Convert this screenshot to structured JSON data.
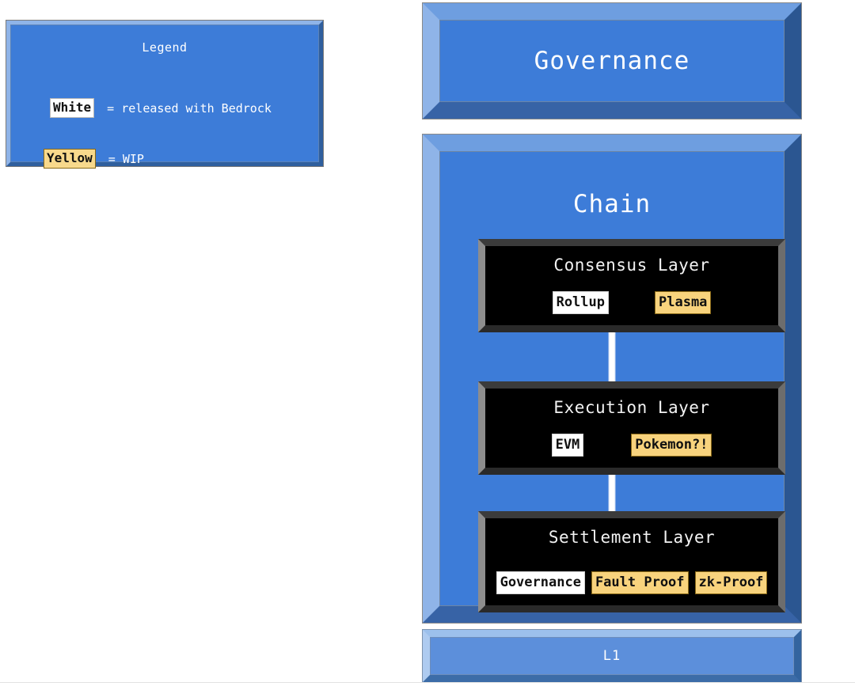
{
  "legend": {
    "title": "Legend",
    "rows": [
      {
        "chip": "White",
        "style": "white",
        "meaning": "= released with Bedrock"
      },
      {
        "chip": "Yellow",
        "style": "yellow",
        "meaning": "= WIP"
      }
    ]
  },
  "governance": {
    "label": "Governance"
  },
  "chain": {
    "label": "Chain",
    "layers": [
      {
        "title": "Consensus Layer",
        "badges": [
          {
            "label": "Rollup",
            "style": "white"
          },
          {
            "label": "Plasma",
            "style": "yellow"
          }
        ]
      },
      {
        "title": "Execution Layer",
        "badges": [
          {
            "label": "EVM",
            "style": "white"
          },
          {
            "label": "Pokemon?!",
            "style": "yellow"
          }
        ]
      },
      {
        "title": "Settlement Layer",
        "badges": [
          {
            "label": "Governance",
            "style": "white"
          },
          {
            "label": "Fault Proof",
            "style": "yellow"
          },
          {
            "label": "zk-Proof",
            "style": "yellow"
          }
        ]
      }
    ]
  },
  "l1": {
    "label": "L1"
  },
  "colors": {
    "panel_blue": "#3d7cd8",
    "panel_bevel_light": "#8fb4e8",
    "panel_bevel_dark": "#2b5691",
    "l1_blue": "#5c8fdb",
    "card_black": "#000000",
    "card_bevel_light": "#8d8d8d",
    "badge_white": "#ffffff",
    "badge_yellow": "#f8d37d",
    "text_white": "#ffffff",
    "connector_white": "#ffffff"
  }
}
